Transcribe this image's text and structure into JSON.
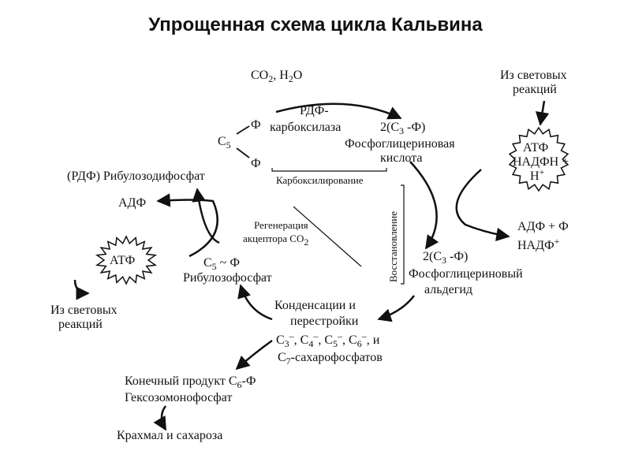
{
  "title": "Упрощенная схема цикла Кальвина",
  "nodes": {
    "co2_h2o": {
      "a": "CO",
      "b": "2",
      "c": ", H",
      "d": "2",
      "e": "O"
    },
    "rdf_carboxylase_1": "РДФ-",
    "rdf_carboxylase_2": "карбоксилаза",
    "c3f_top": {
      "a": "2(C",
      "b": "3",
      "c": " -Ф)"
    },
    "pga_1": "Фосфоглицериновая",
    "pga_2": "кислота",
    "c5": {
      "a": "C",
      "b": "5"
    },
    "phi": "Ф",
    "from_light_right_1": "Из световых",
    "from_light_right_2": "реакций",
    "atf_nadfn_1": "АТФ",
    "atf_nadfn_2": "НАДФН +",
    "atf_nadfn_3": {
      "a": "H",
      "b": "+"
    },
    "adf_f_right": "АДФ + Ф",
    "nadf_right": {
      "a": "НАДФ",
      "b": "+"
    },
    "rdf_label": "(РДФ) Рибулозодифосфат",
    "adf_left": "АДФ",
    "atf_left": "АТФ",
    "from_light_left_1": "Из световых",
    "from_light_left_2": "реакций",
    "c5_f": {
      "a": "C",
      "b": "5",
      "c": " ~ Ф"
    },
    "ribulose_phosphate": "Рибулозофосфат",
    "carboxylation": "Карбоксилирование",
    "regeneration_1": "Регенерация",
    "regeneration_2": {
      "a": "акцептора CO",
      "b": "2"
    },
    "reduction": "Восстановление",
    "c3f_bottom": {
      "a": "2(C",
      "b": "3",
      "c": " -Ф)"
    },
    "pgald_1": "Фосфоглицериновый",
    "pgald_2": "альдегид",
    "condensation_1": "Конденсации и",
    "condensation_2": "перестройки",
    "sugars_1": {
      "a": "C",
      "b": "3",
      "c": "–",
      "d": ", C",
      "e": "4",
      "f": "–",
      "g": ", C",
      "h": "5",
      "i": "–",
      "j": ", C",
      "k": "6",
      "l": "–",
      "m": ", и"
    },
    "sugars_2": {
      "a": "C",
      "b": "7",
      "c": "-сахарофосфатов"
    },
    "end_product": {
      "a": "Конечный продукт C",
      "b": "6",
      "c": "-Ф"
    },
    "hexose": "Гексозомонофосфат",
    "starch": "Крахмал и сахароза"
  },
  "colors": {
    "ink": "#111111",
    "background": "#ffffff"
  }
}
